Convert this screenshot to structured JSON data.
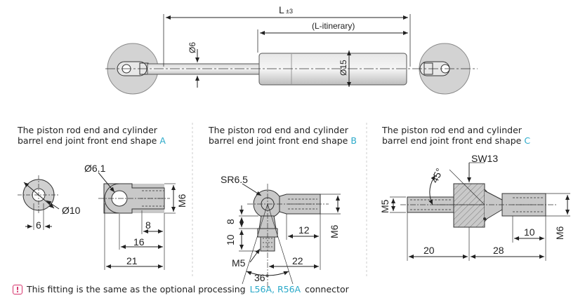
{
  "top": {
    "length_label": "L",
    "length_tol": "±3",
    "itinerary_label": "(L-itinerary)",
    "rod_dia": "Ø6",
    "body_dia": "Ø15"
  },
  "shape_a": {
    "caption_line1": "The piston rod end and cylinder",
    "caption_line2": "barrel end joint front end shape",
    "letter": "A",
    "hole_dia": "Ø6.1",
    "eye_dia": "Ø10",
    "dim_6": "6",
    "dim_8": "8",
    "dim_16": "16",
    "dim_21": "21",
    "thread": "M6"
  },
  "shape_b": {
    "caption_line1": "The piston rod end and cylinder",
    "caption_line2": "barrel end joint front end shape",
    "letter": "B",
    "sphere": "SR6.5",
    "dim_8": "8",
    "dim_10": "10",
    "dim_12": "12",
    "dim_22": "22",
    "thread_small": "M5",
    "thread": "M6",
    "angle": "36°"
  },
  "shape_c": {
    "caption_line1": "The piston rod end and cylinder",
    "caption_line2": "barrel end joint front end shape",
    "letter": "C",
    "wrench": "SW13",
    "angle": "45°",
    "thread_small": "M5",
    "thread": "M6",
    "dim_20": "20",
    "dim_28": "28",
    "dim_10": "10"
  },
  "note": {
    "prefix": "This fitting is the same as the optional processing",
    "models": "L56A, R56A",
    "suffix": "connector"
  },
  "colors": {
    "accent": "#2aa9c9",
    "warning": "#d6336c",
    "metal": "#c9c9c9",
    "line": "#222222"
  }
}
